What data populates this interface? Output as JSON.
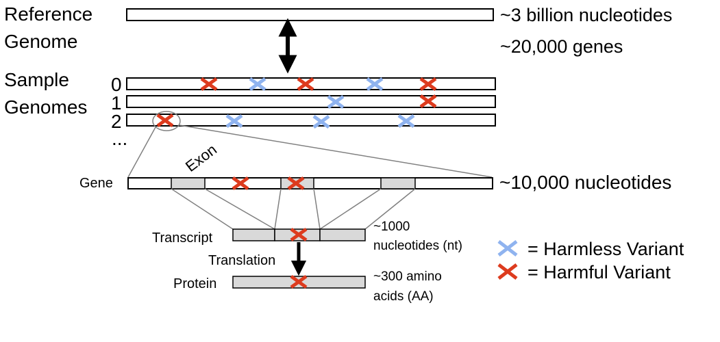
{
  "labels": {
    "reference_genome": [
      "Reference",
      "Genome"
    ],
    "reference_size": "~3 billion nucleotides",
    "reference_genes": "~20,000 genes",
    "sample_genomes": [
      "Sample",
      "Genomes"
    ],
    "sample_indices": [
      "0",
      "1",
      "2"
    ],
    "ellipsis": "...",
    "exon": "Exon",
    "gene": "Gene",
    "gene_size": "~10,000 nucleotides",
    "transcript": "Transcript",
    "transcript_size": [
      "~1000",
      "nucleotides (nt)"
    ],
    "translation": "Translation",
    "protein": "Protein",
    "protein_size": [
      "~300 amino",
      "acids (AA)"
    ]
  },
  "legend": {
    "harmless": "= Harmless Variant",
    "harmful": "= Harmful Variant"
  },
  "colors": {
    "harmless": "#8fb3ef",
    "harmful": "#dd3b1e",
    "exon_fill": "#d9d9d9",
    "connector": "#808080"
  },
  "icons": {
    "harmless_marker": "x-cross-icon",
    "harmful_marker": "x-cross-icon"
  },
  "variants": {
    "sample_0": [
      "harmful",
      "harmless",
      "harmful",
      "harmless",
      "harmful"
    ],
    "sample_1": [
      "harmless",
      "harmful"
    ],
    "sample_2": [
      "harmful",
      "harmless",
      "harmless",
      "harmless"
    ],
    "gene": [
      "harmful",
      "harmful"
    ],
    "transcript": [
      "harmful"
    ],
    "protein": [
      "harmful"
    ]
  }
}
